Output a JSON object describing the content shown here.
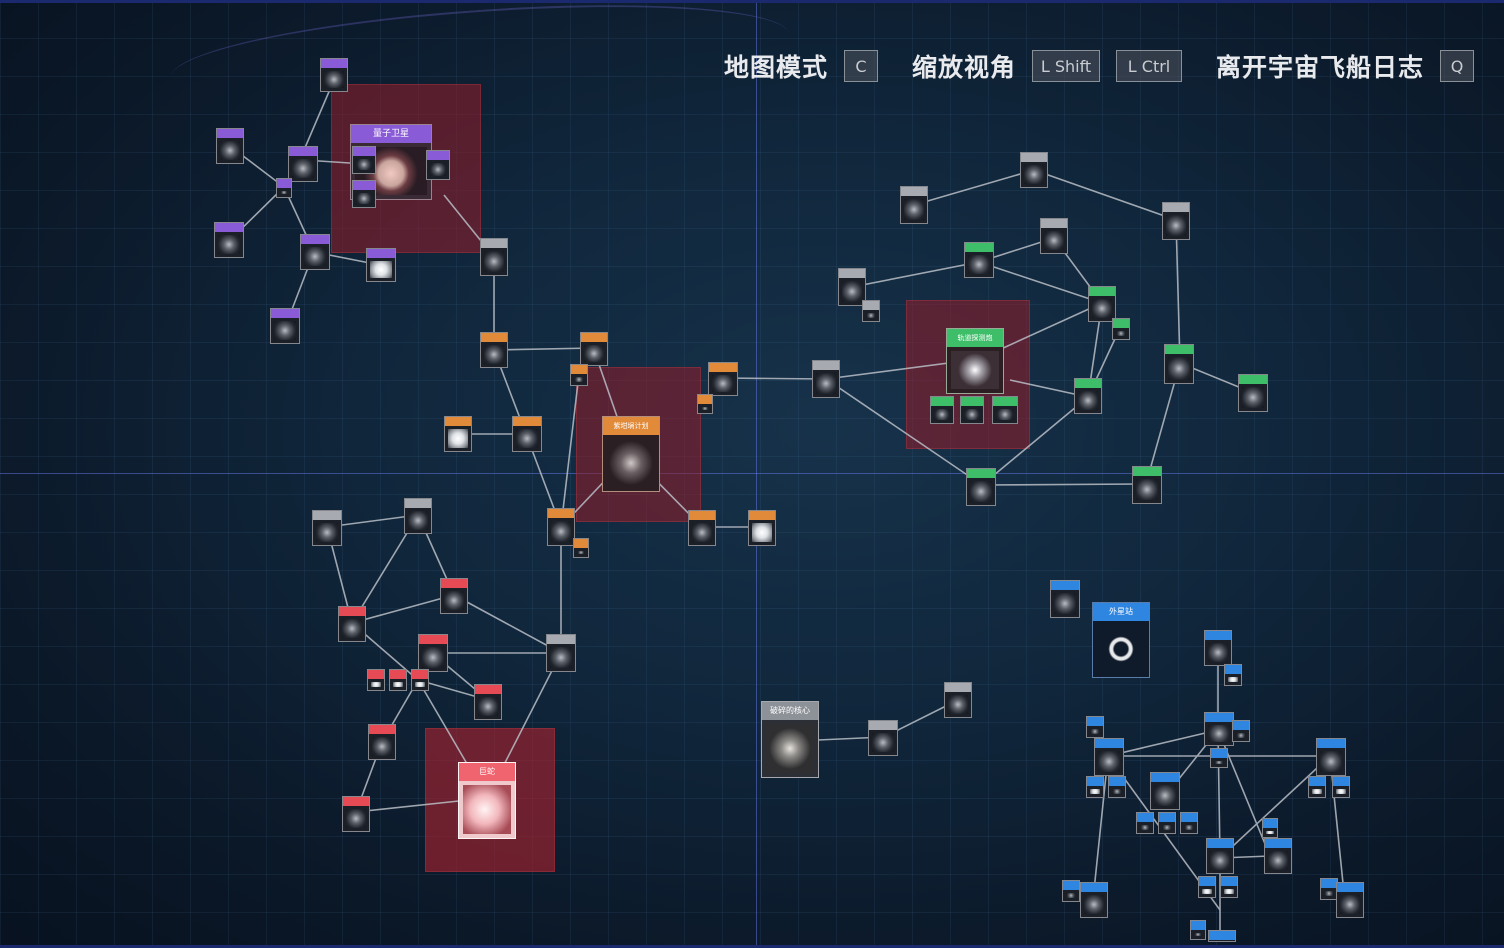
{
  "hud": {
    "map_mode_label": "地图模式",
    "map_mode_key": "C",
    "zoom_label": "缩放视角",
    "zoom_key_1": "L Shift",
    "zoom_key_2": "L Ctrl",
    "exit_label": "离开宇宙飞船日志",
    "exit_key": "Q"
  },
  "features": {
    "quantum_moon": "量子卫星",
    "project": "紫坩埚计划",
    "station": "轨道探测炮",
    "ash_twin_core": "破碎的核心",
    "giant": "巨蛇",
    "blue_target": "外星站"
  },
  "colors": {
    "purple": "#8a5bd6",
    "orange": "#e08a3a",
    "red": "#e64a55",
    "green": "#3fbe6a",
    "blue": "#2f86e0",
    "gray": "#a7abb1",
    "region": "#961e2a"
  }
}
